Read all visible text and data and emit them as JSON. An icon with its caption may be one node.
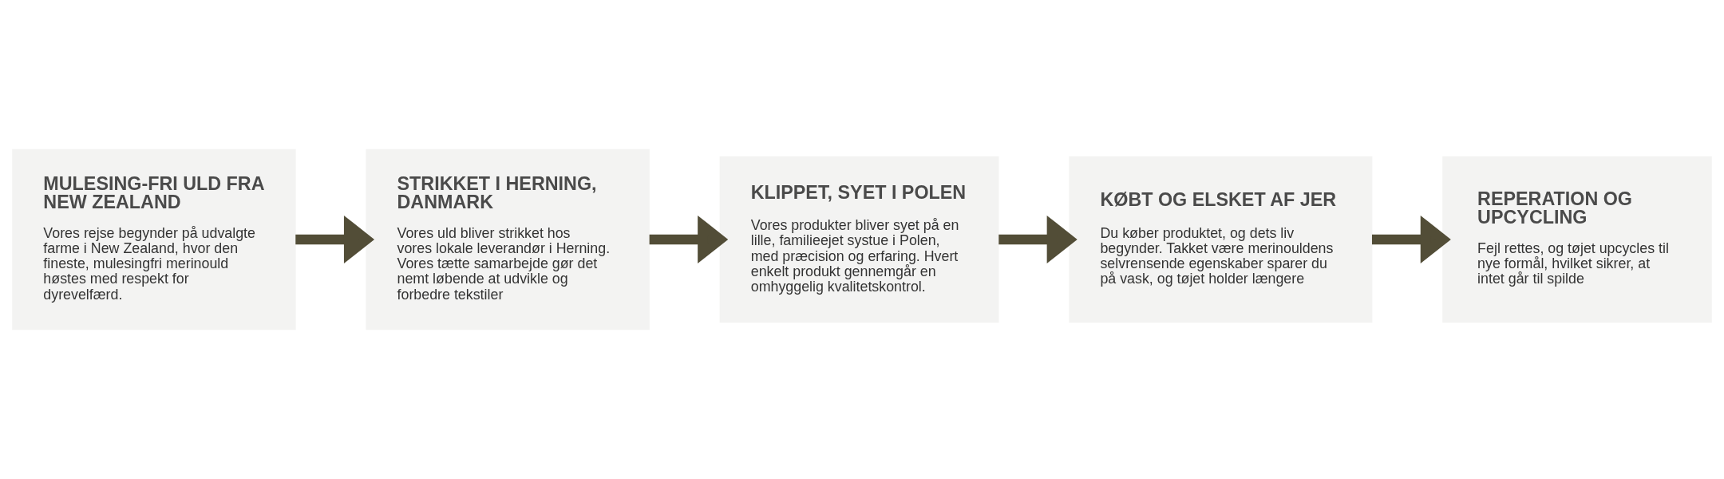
{
  "diagram": {
    "nodes": [
      {
        "text": [
          "MULESING-FRI ULD FRA NEW ZEALAND",
          "Vores rejse begynder på udvalgte farme i New Zealand, hvor den fineste, mulesingfri merinould høstes med respekt for dyrevelfærd."
        ]
      },
      {
        "text": [
          "STRIKKET I HERNING, DANMARK",
          "Vores uld bliver strikket hos vores lokale leverandør i Herning. Vores tætte samarbejde gør det nemt løbende at udvikle og forbedre tekstiler"
        ]
      },
      {
        "text": [
          "KLIPPET, SYET I POLEN",
          "Vores produkter bliver syet på en lille, familieejet systue i Polen, med præcision og erfaring. Hvert enkelt produkt gennemgår en omhyggelig kvalitetskontrol."
        ]
      },
      {
        "text": [
          "KØBT OG ELSKET AF JER",
          "Du køber produktet, og dets liv begynder. Takket være merinouldens selvrensende egenskaber sparer du på vask, og tøjet holder længere"
        ]
      },
      {
        "text": [
          "REPERATION OG UPCYCLING",
          "Fejl rettes, og tøjet upcycles til nye formål, hvilket sikrer, at intet går til spilde"
        ]
      }
    ],
    "edges": [
      {
        "from": 0,
        "to": 1,
        "arrow": "to"
      },
      {
        "from": 1,
        "to": 2,
        "arrow": "to"
      },
      {
        "from": 2,
        "to": 3,
        "arrow": "to"
      },
      {
        "from": 3,
        "to": 4,
        "arrow": "to"
      }
    ]
  }
}
